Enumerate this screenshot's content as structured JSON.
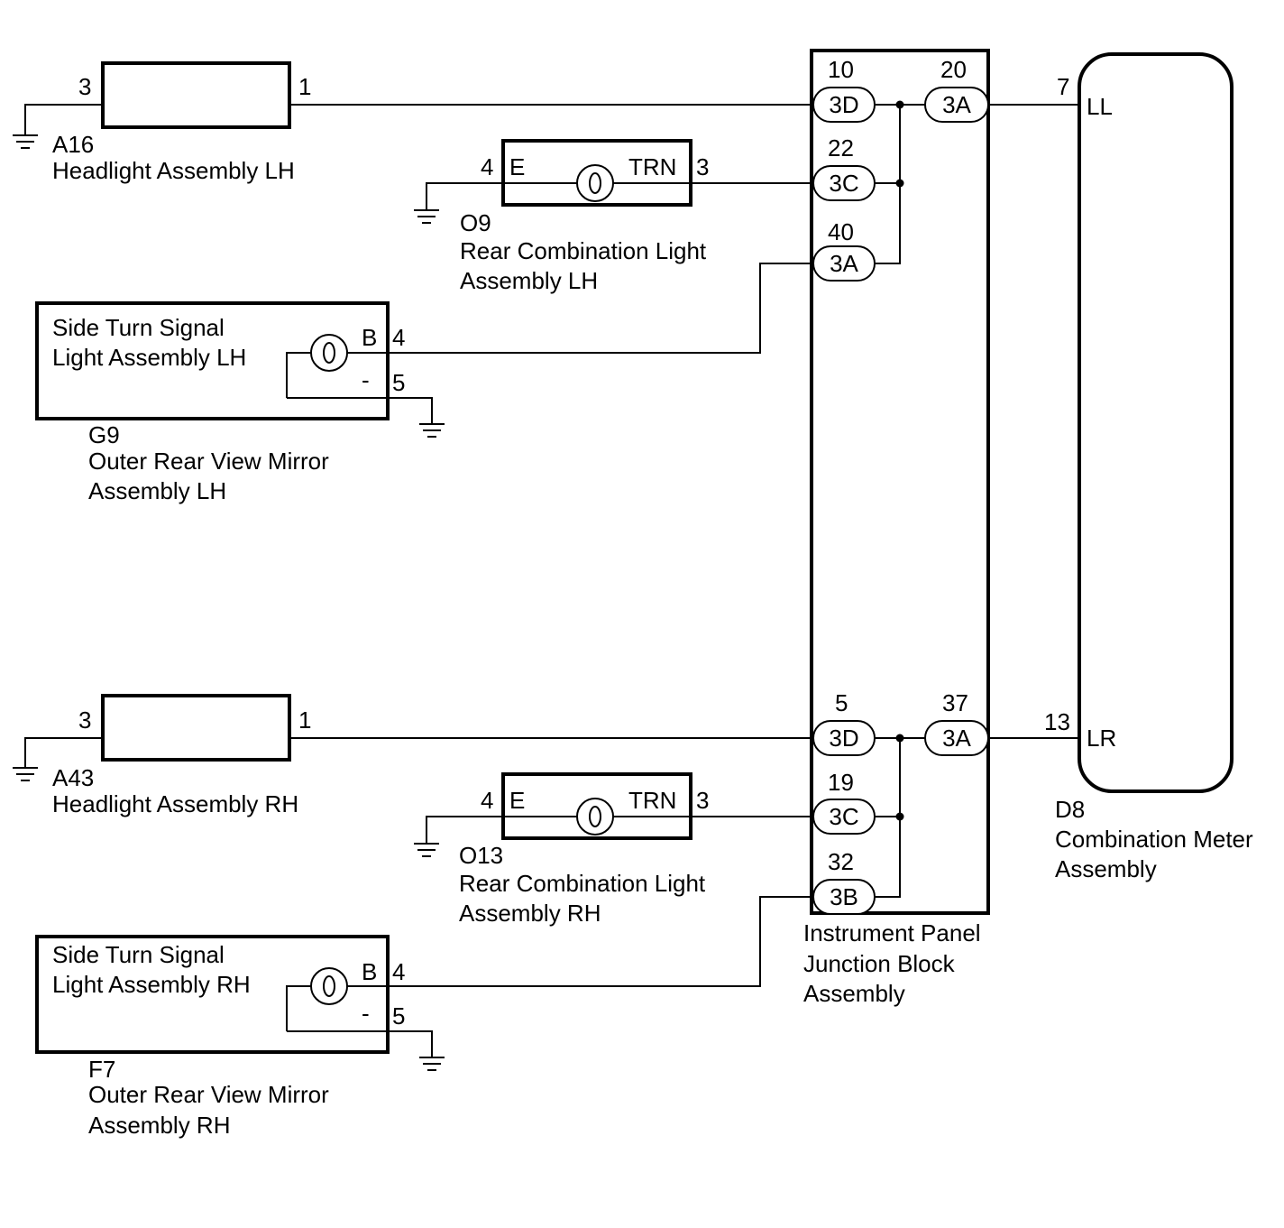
{
  "left_top": {
    "headlight": {
      "pin_ground": "3",
      "pin_out": "1",
      "code": "A16",
      "name": "Headlight Assembly LH"
    },
    "rear_combination": {
      "pin_e": "4",
      "label_e": "E",
      "label_trn": "TRN",
      "pin_trn": "3",
      "code": "O9",
      "name_line1": "Rear Combination Light",
      "name_line2": "Assembly LH"
    },
    "side_turn": {
      "title_line1": "Side Turn Signal",
      "title_line2": "Light Assembly LH",
      "label_b": "B",
      "pin_b": "4",
      "label_minus": "-",
      "pin_minus": "5",
      "code": "G9",
      "name_line1": "Outer Rear View Mirror",
      "name_line2": "Assembly LH"
    }
  },
  "left_bottom": {
    "headlight": {
      "pin_ground": "3",
      "pin_out": "1",
      "code": "A43",
      "name": "Headlight Assembly RH"
    },
    "rear_combination": {
      "pin_e": "4",
      "label_e": "E",
      "label_trn": "TRN",
      "pin_trn": "3",
      "code": "O13",
      "name_line1": "Rear Combination Light",
      "name_line2": "Assembly RH"
    },
    "side_turn": {
      "title_line1": "Side Turn Signal",
      "title_line2": "Light Assembly RH",
      "label_b": "B",
      "pin_b": "4",
      "label_minus": "-",
      "pin_minus": "5",
      "code": "F7",
      "name_line1": "Outer Rear View Mirror",
      "name_line2": "Assembly RH"
    }
  },
  "junction_block": {
    "name_line1": "Instrument Panel",
    "name_line2": "Junction Block",
    "name_line3": "Assembly",
    "connectors_top": [
      {
        "pin": "10",
        "conn": "3D"
      },
      {
        "pin": "20",
        "conn": "3A"
      },
      {
        "pin": "22",
        "conn": "3C"
      },
      {
        "pin": "40",
        "conn": "3A"
      }
    ],
    "connectors_bottom": [
      {
        "pin": "5",
        "conn": "3D"
      },
      {
        "pin": "37",
        "conn": "3A"
      },
      {
        "pin": "19",
        "conn": "3C"
      },
      {
        "pin": "32",
        "conn": "3B"
      }
    ]
  },
  "meter": {
    "pin_ll": "7",
    "label_ll": "LL",
    "pin_lr": "13",
    "label_lr": "LR",
    "code": "D8",
    "name_line1": "Combination Meter",
    "name_line2": "Assembly"
  }
}
